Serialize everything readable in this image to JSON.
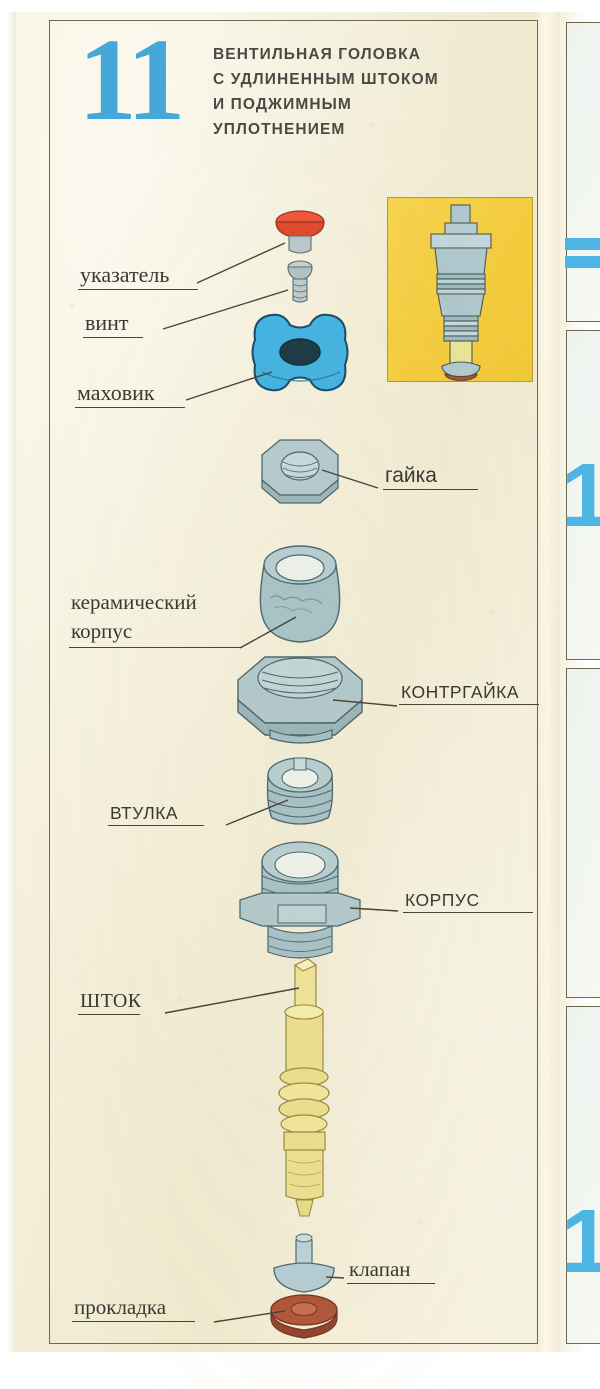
{
  "page": {
    "number": "11",
    "title_lines": [
      "ВЕНТИЛЬНАЯ ГОЛОВКА",
      "С УДЛИНЕННЫМ ШТОКОМ",
      "И ПОДЖИМНЫМ",
      "УПЛОТНЕНИЕМ"
    ],
    "accent_color": "#45a8d8",
    "paper_color": "#f3eed8",
    "inset_bg_color": "#f3cc3e",
    "line_color": "#4a4636"
  },
  "labels": [
    {
      "id": "ukazatel",
      "text": "указатель",
      "style": "serif"
    },
    {
      "id": "vint",
      "text": "винт",
      "style": "serif"
    },
    {
      "id": "mahovik",
      "text": "маховик",
      "style": "serif"
    },
    {
      "id": "gajka",
      "text": "гайка",
      "style": "sans"
    },
    {
      "id": "keramkorp1",
      "text": "керамический",
      "style": "serif"
    },
    {
      "id": "keramkorp2",
      "text": "корпус",
      "style": "serif"
    },
    {
      "id": "kontrgajka",
      "text": "КОНТРГАЙКА",
      "style": "sans"
    },
    {
      "id": "vtulka",
      "text": "ВТУЛКА",
      "style": "sans"
    },
    {
      "id": "korpus",
      "text": "КОРПУС",
      "style": "sans"
    },
    {
      "id": "shtok",
      "text": "ШТОК",
      "style": "serif"
    },
    {
      "id": "klapan",
      "text": "клапан",
      "style": "serif"
    },
    {
      "id": "prokladka",
      "text": "прокладка",
      "style": "serif"
    }
  ],
  "parts": [
    {
      "id": "indicator",
      "label": "указатель",
      "color": "#ef5336"
    },
    {
      "id": "screw",
      "label": "винт",
      "color": "#a9bfc6"
    },
    {
      "id": "handwheel",
      "label": "маховик",
      "color": "#46b4e6"
    },
    {
      "id": "nut",
      "label": "гайка",
      "color": "#a8c4cc"
    },
    {
      "id": "ceramic-body",
      "label": "керамический корпус",
      "color": "#a6c2cb"
    },
    {
      "id": "locknut",
      "label": "КОНТРГАЙКА",
      "color": "#a8c3cb"
    },
    {
      "id": "bushing",
      "label": "ВТУЛКА",
      "color": "#a5c0c8"
    },
    {
      "id": "body",
      "label": "КОРПУС",
      "color": "#a7c2ca"
    },
    {
      "id": "stem",
      "label": "ШТОК",
      "color": "#eee094"
    },
    {
      "id": "valve",
      "label": "клапан",
      "color": "#b3cdd6"
    },
    {
      "id": "gasket",
      "label": "прокладка",
      "color": "#b25a3e"
    }
  ],
  "neighbor_page": {
    "number_fragment": "1",
    "accent_color": "#4db5e4"
  }
}
